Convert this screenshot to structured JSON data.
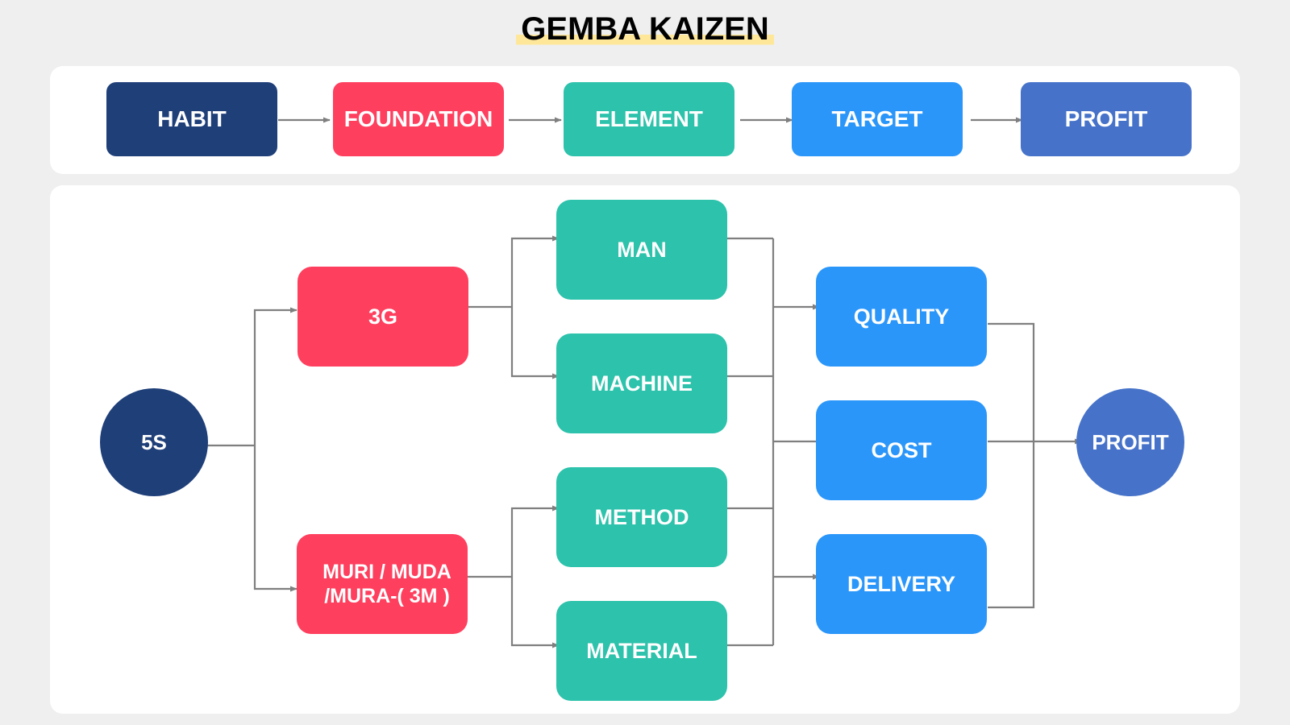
{
  "title": "GEMBA KAIZEN",
  "colors": {
    "habit": "#1f3f79",
    "foundation": "#ff3f5e",
    "element": "#2cc2ab",
    "target": "#2b96fa",
    "profit": "#4673c9",
    "connector": "#7f7f7f",
    "title_highlight": "#ffe79a"
  },
  "top_flow": {
    "steps": [
      {
        "label": "HABIT"
      },
      {
        "label": "FOUNDATION"
      },
      {
        "label": "ELEMENT"
      },
      {
        "label": "TARGET"
      },
      {
        "label": "PROFIT"
      }
    ]
  },
  "diagram": {
    "start": {
      "label": "5S"
    },
    "foundations": [
      {
        "label": "3G"
      },
      {
        "label_line1": "MURI / MUDA",
        "label_line2": "/MURA-( 3M )"
      }
    ],
    "elements": [
      {
        "label": "MAN"
      },
      {
        "label": "MACHINE"
      },
      {
        "label": "METHOD"
      },
      {
        "label": "MATERIAL"
      }
    ],
    "targets": [
      {
        "label": "QUALITY"
      },
      {
        "label": "COST"
      },
      {
        "label": "DELIVERY"
      }
    ],
    "end": {
      "label": "PROFIT"
    }
  }
}
